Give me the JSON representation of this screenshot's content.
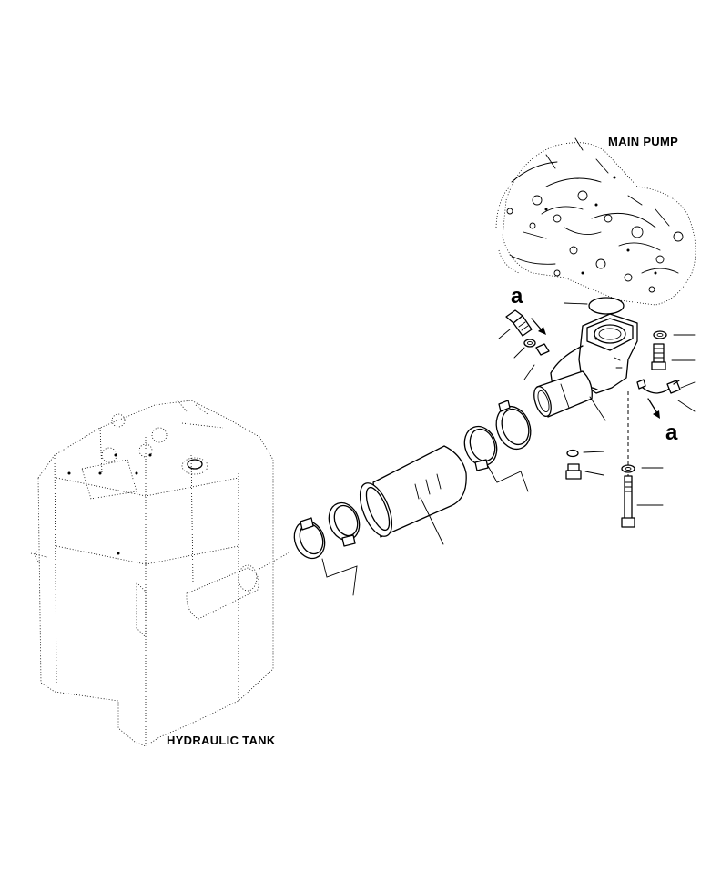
{
  "labels": {
    "main_pump": "MAIN PUMP",
    "hydraulic_tank": "HYDRAULIC TANK",
    "detail_mark": "a"
  }
}
